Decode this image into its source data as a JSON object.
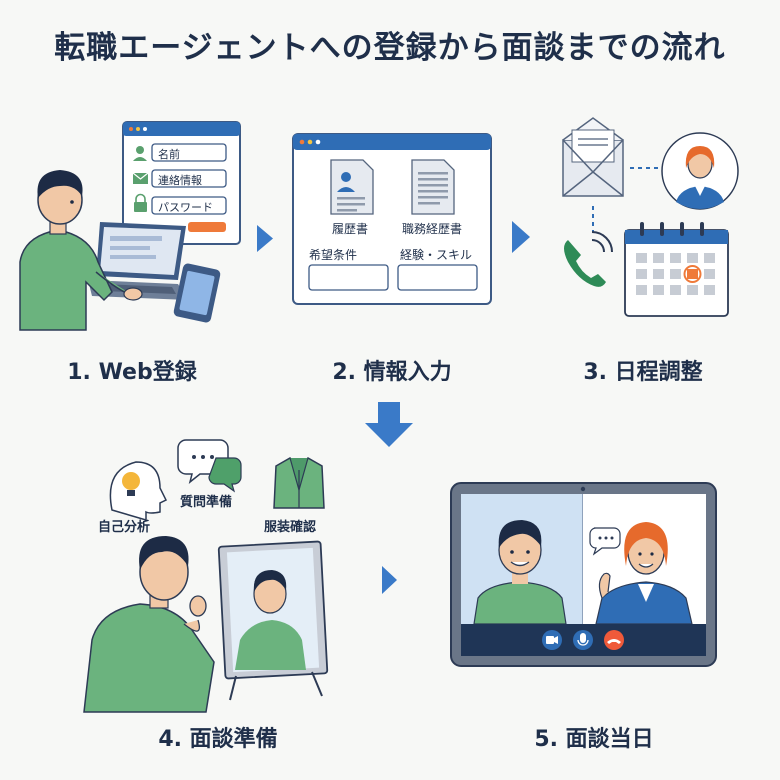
{
  "title": "転職エージェントへの登録から面談までの流れ",
  "steps": [
    {
      "label": "1. Web登録"
    },
    {
      "label": "2. 情報入力"
    },
    {
      "label": "3. 日程調整"
    },
    {
      "label": "4. 面談準備"
    },
    {
      "label": "5. 面談当日"
    }
  ],
  "registration_form": {
    "fields": [
      "名前",
      "連絡情報",
      "パスワード"
    ]
  },
  "info_input": {
    "documents": [
      "履歴書",
      "職務経歴書"
    ],
    "fields": [
      "希望条件",
      "経験・スキル"
    ]
  },
  "preparation": {
    "items": [
      "自己分析",
      "質問準備",
      "服装確認"
    ]
  },
  "colors": {
    "primary_blue": "#2f6db5",
    "arrow_blue": "#3a7ac8",
    "green_shirt": "#6bb37e",
    "accent_orange": "#ef7a3a",
    "navy": "#1f2f4a"
  }
}
